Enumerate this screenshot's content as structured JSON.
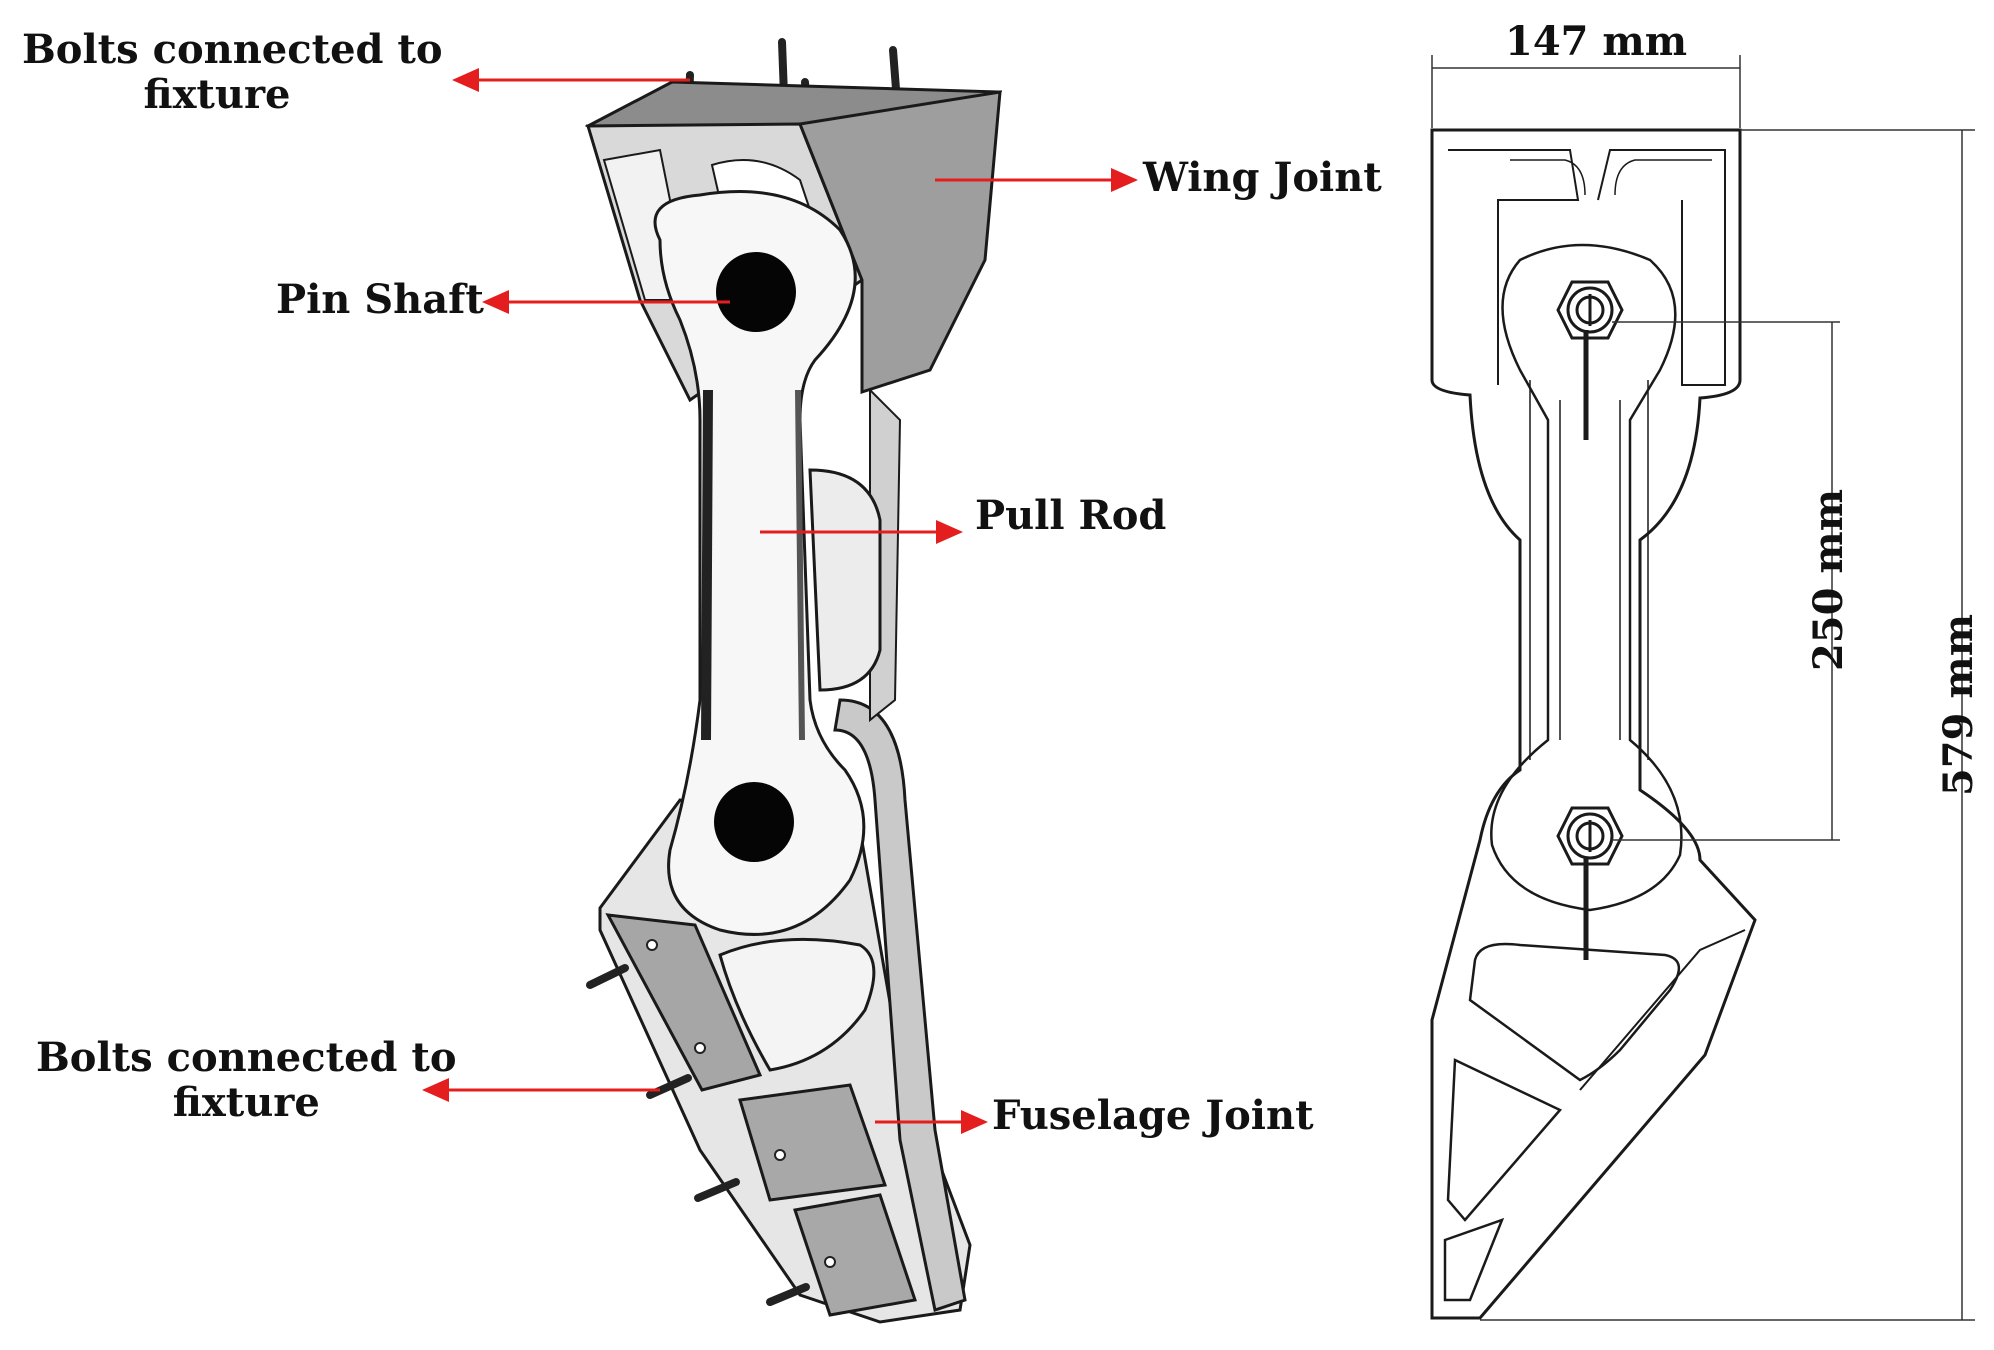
{
  "labels": {
    "bolts_top_line1": "Bolts connected to",
    "bolts_top_line2": "fixture",
    "wing_joint": "Wing Joint",
    "pin_shaft": "Pin Shaft",
    "pull_rod": "Pull Rod",
    "bolts_bottom_line1": "Bolts connected to",
    "bolts_bottom_line2": "fixture",
    "fuselage_joint": "Fuselage Joint"
  },
  "dimensions": {
    "width": "147 mm",
    "pin_spacing": "250 mm",
    "overall_height": "579 mm"
  },
  "colors": {
    "arrow": "#e41e1e",
    "outline": "#1a1a1a",
    "body_light": "#ececec",
    "body_mid": "#bdbdbd",
    "body_dark": "#8a8a8a",
    "hole": "#050505"
  }
}
